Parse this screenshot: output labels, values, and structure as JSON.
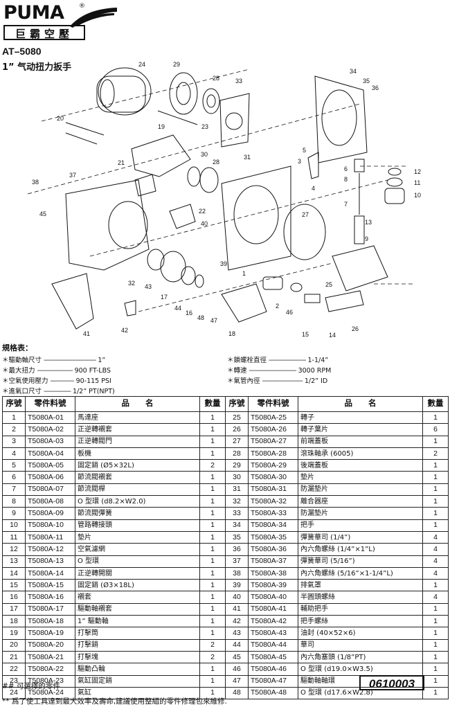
{
  "brand": {
    "logo_text": "PUMA",
    "logo_cn": "巨霸空壓",
    "reg_mark": "®"
  },
  "model": "AT–5080",
  "subtitle": "1” 气动扭力扳手",
  "diagram_labels": {
    "n1": "1",
    "n2": "2",
    "n3": "3",
    "n4": "4",
    "n5": "5",
    "n6": "6",
    "n7": "7",
    "n8": "8",
    "n9": "9",
    "n10": "10",
    "n11": "11",
    "n12": "12",
    "n13": "13",
    "n14": "14",
    "n15": "15",
    "n16": "16",
    "n17": "17",
    "n18": "18",
    "n19": "19",
    "n20": "20",
    "n21": "21",
    "n22": "22",
    "n23": "23",
    "n24": "24",
    "n25": "25",
    "n26": "26",
    "n27": "27",
    "n28a": "28",
    "n28b": "28",
    "n29": "29",
    "n30": "30",
    "n31": "31",
    "n32": "32",
    "n33": "33",
    "n34": "34",
    "n35": "35",
    "n36": "36",
    "n37": "37",
    "n38": "38",
    "n39": "39",
    "n40": "40",
    "n41": "41",
    "n42": "42",
    "n43": "43",
    "n44": "44",
    "n45": "45",
    "n46": "46",
    "n47": "47",
    "n48": "48"
  },
  "spec": {
    "title": "規格表：",
    "left": [
      {
        "label": "＊驅動軸尺寸",
        "dashes": "-------------------------------",
        "value": "1”"
      },
      {
        "label": "＊最大扭力",
        "dashes": "---------------------",
        "value": "900 FT-LBS"
      },
      {
        "label": "＊空氣使用壓力",
        "dashes": "--------------",
        "value": "90-115 PSI"
      },
      {
        "label": "＊進氣口尺寸",
        "dashes": "----------------",
        "value": "1/2” PT(NPT)"
      }
    ],
    "right": [
      {
        "label": "＊鎖螺栓直徑",
        "dashes": "----------------------",
        "value": "1-1/4”"
      },
      {
        "label": "＊轉速",
        "dashes": "----------------------------",
        "value": "3000 RPM"
      },
      {
        "label": "＊氣管內徑",
        "dashes": "------------------------",
        "value": "1/2” ID"
      }
    ]
  },
  "table": {
    "headers": {
      "no": "序號",
      "part": "零件料號",
      "name": "品　　名",
      "qty": "數量"
    },
    "rows_left": [
      {
        "no": "1",
        "part": "T5080A-01",
        "name": "馬達座",
        "qty": "1"
      },
      {
        "no": "2",
        "part": "T5080A-02",
        "name": "正逆轉襯套",
        "qty": "1"
      },
      {
        "no": "3",
        "part": "T5080A-03",
        "name": "正逆轉閥門",
        "qty": "1"
      },
      {
        "no": "4",
        "part": "T5080A-04",
        "name": "板機",
        "qty": "1"
      },
      {
        "no": "5",
        "part": "T5080A-05",
        "name": "固定銷 (Ø5×32L)",
        "qty": "2"
      },
      {
        "no": "6",
        "part": "T5080A-06",
        "name": "節流閥襯套",
        "qty": "1"
      },
      {
        "no": "7",
        "part": "T5080A-07",
        "name": "節流閥桿",
        "qty": "1"
      },
      {
        "no": "8",
        "part": "T5080A-08",
        "name": "O 型環 (d8.2×W2.0)",
        "qty": "1"
      },
      {
        "no": "9",
        "part": "T5080A-09",
        "name": "節流閥彈簧",
        "qty": "1"
      },
      {
        "no": "10",
        "part": "T5080A-10",
        "name": "管路轉接頭",
        "qty": "1"
      },
      {
        "no": "11",
        "part": "T5080A-11",
        "name": "墊片",
        "qty": "1"
      },
      {
        "no": "12",
        "part": "T5080A-12",
        "name": "空氣濾網",
        "qty": "1"
      },
      {
        "no": "13",
        "part": "T5080A-13",
        "name": "O 型環",
        "qty": "1"
      },
      {
        "no": "14",
        "part": "T5080A-14",
        "name": "正逆轉開關",
        "qty": "1"
      },
      {
        "no": "15",
        "part": "T5080A-15",
        "name": "固定銷 (Ø3×18L)",
        "qty": "1"
      },
      {
        "no": "16",
        "part": "T5080A-16",
        "name": "襯套",
        "qty": "1"
      },
      {
        "no": "17",
        "part": "T5080A-17",
        "name": "驅動軸襯套",
        "qty": "1"
      },
      {
        "no": "18",
        "part": "T5080A-18",
        "name": "1” 驅動軸",
        "qty": "1"
      },
      {
        "no": "19",
        "part": "T5080A-19",
        "name": "打擊筒",
        "qty": "1"
      },
      {
        "no": "20",
        "part": "T5080A-20",
        "name": "打擊銷",
        "qty": "2"
      },
      {
        "no": "21",
        "part": "T5080A-21",
        "name": "打擊塊",
        "qty": "2"
      },
      {
        "no": "22",
        "part": "T5080A-22",
        "name": "驅動凸輪",
        "qty": "1"
      },
      {
        "no": "23",
        "part": "T5080A-23",
        "name": "氣缸固定銷",
        "qty": "1"
      },
      {
        "no": "24",
        "part": "T5080A-24",
        "name": "氣缸",
        "qty": "1"
      }
    ],
    "rows_right": [
      {
        "no": "25",
        "part": "T5080A-25",
        "name": "轉子",
        "qty": "1"
      },
      {
        "no": "26",
        "part": "T5080A-26",
        "name": "轉子葉片",
        "qty": "6"
      },
      {
        "no": "27",
        "part": "T5080A-27",
        "name": "前端蓋板",
        "qty": "1"
      },
      {
        "no": "28",
        "part": "T5080A-28",
        "name": "滾珠軸承 (6005)",
        "qty": "2"
      },
      {
        "no": "29",
        "part": "T5080A-29",
        "name": "後端蓋板",
        "qty": "1"
      },
      {
        "no": "30",
        "part": "T5080A-30",
        "name": "墊片",
        "qty": "1"
      },
      {
        "no": "31",
        "part": "T5080A-31",
        "name": "防漏墊片",
        "qty": "1"
      },
      {
        "no": "32",
        "part": "T5080A-32",
        "name": "離合器座",
        "qty": "1"
      },
      {
        "no": "33",
        "part": "T5080A-33",
        "name": "防漏墊片",
        "qty": "1"
      },
      {
        "no": "34",
        "part": "T5080A-34",
        "name": "把手",
        "qty": "1"
      },
      {
        "no": "35",
        "part": "T5080A-35",
        "name": "彈簧華司 (1/4”)",
        "qty": "4"
      },
      {
        "no": "36",
        "part": "T5080A-36",
        "name": "內六角螺絲 (1/4”×1”L)",
        "qty": "4"
      },
      {
        "no": "37",
        "part": "T5080A-37",
        "name": "彈簧華司 (5/16”)",
        "qty": "4"
      },
      {
        "no": "38",
        "part": "T5080A-38",
        "name": "內六角螺絲 (5/16”×1-1/4”L)",
        "qty": "4"
      },
      {
        "no": "39",
        "part": "T5080A-39",
        "name": "排氣罩",
        "qty": "1"
      },
      {
        "no": "40",
        "part": "T5080A-40",
        "name": "半圓頭螺絲",
        "qty": "4"
      },
      {
        "no": "41",
        "part": "T5080A-41",
        "name": "輔助把手",
        "qty": "1"
      },
      {
        "no": "42",
        "part": "T5080A-42",
        "name": "把手螺絲",
        "qty": "1"
      },
      {
        "no": "43",
        "part": "T5080A-43",
        "name": "油封 (40×52×6)",
        "qty": "1"
      },
      {
        "no": "44",
        "part": "T5080A-44",
        "name": "華司",
        "qty": "1"
      },
      {
        "no": "45",
        "part": "T5080A-45",
        "name": "內六角塞頭 (1/8”PT)",
        "qty": "1"
      },
      {
        "no": "46",
        "part": "T5080A-46",
        "name": "O 型環 (d19.0×W3.5)",
        "qty": "1"
      },
      {
        "no": "47",
        "part": "T5080A-47",
        "name": "驅動軸軸環",
        "qty": "1"
      },
      {
        "no": "48",
        "part": "T5080A-48",
        "name": "O 型環 (d17.6×W2.8)",
        "qty": "1"
      }
    ]
  },
  "footer": {
    "note1": "## 可選擇的零件",
    "note2": "** 爲了使工具達到最大效率及壽命,建議使用整組的零件修理包來維修.",
    "doc_number": "0610003"
  }
}
